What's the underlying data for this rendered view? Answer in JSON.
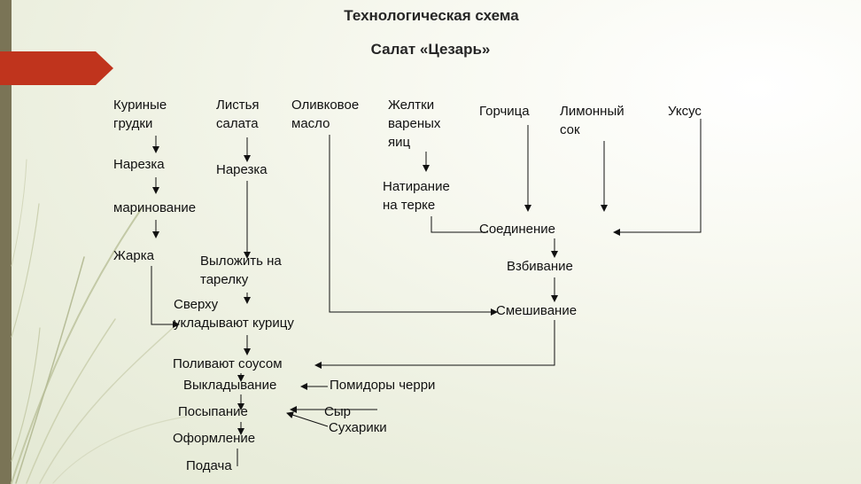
{
  "title": "Технологическая схема",
  "subtitle": "Салат «Цезарь»",
  "nodes": {
    "chicken": "Куриные\nгрудки",
    "lettuce": "Листья\nсалата",
    "olive_oil": "Оливковое\nмасло",
    "yolks": "Желтки\nвареных\nяиц",
    "mustard": "Горчица",
    "lemon": "Лимонный\nсок",
    "vinegar": "Уксус",
    "slicing_chicken": "Нарезка",
    "slicing_lettuce": "Нарезка",
    "grating": "Натирание\nна терке",
    "marinating": "маринование",
    "combining": "Соединение",
    "frying": "Жарка",
    "plate": "Выложить на\nтарелку",
    "whipping": "Взбивание",
    "top_chicken": "Сверху\nукладывают курицу",
    "mixing": "Смешивание",
    "pour_sauce": "Поливают соусом",
    "laying_out": "Выкладывание",
    "tomatoes": "Помидоры черри",
    "sprinkling": "Посыпание",
    "cheese": "Сыр",
    "croutons": "Сухарики",
    "decorating": "Оформление",
    "serving": "Подача"
  },
  "colors": {
    "sidebar": "#7a7456",
    "ribbon": "#c0341d",
    "text": "#111111"
  }
}
